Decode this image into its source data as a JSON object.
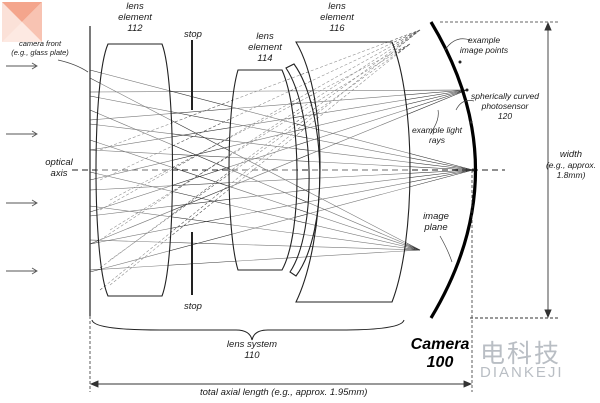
{
  "labels": {
    "camera_front": [
      "camera front",
      "(e.g., glass plate)"
    ],
    "lens_112": [
      "lens",
      "element",
      "112"
    ],
    "stop_top": "stop",
    "lens_114": [
      "lens",
      "element",
      "114"
    ],
    "lens_116": [
      "lens",
      "element",
      "116"
    ],
    "example_image_points": [
      "example",
      "image points"
    ],
    "photosensor": [
      "spherically curved",
      "photosensor",
      "120"
    ],
    "example_light_rays": [
      "example light",
      "rays"
    ],
    "optical_axis": [
      "optical",
      "axis"
    ],
    "width": [
      "width",
      "(e.g., approx.",
      "1.8mm)"
    ],
    "image_plane": [
      "image",
      "plane"
    ],
    "stop_bottom": "stop",
    "lens_system": [
      "lens system",
      "110"
    ],
    "camera": [
      "Camera",
      "100"
    ],
    "total_axial_length": "total axial length (e.g., approx. 1.95mm)"
  },
  "watermark": {
    "chinese": "电科技",
    "latin": "DIANKEJI"
  },
  "colors": {
    "line": "#222222",
    "watermark": "#b9bec4"
  }
}
